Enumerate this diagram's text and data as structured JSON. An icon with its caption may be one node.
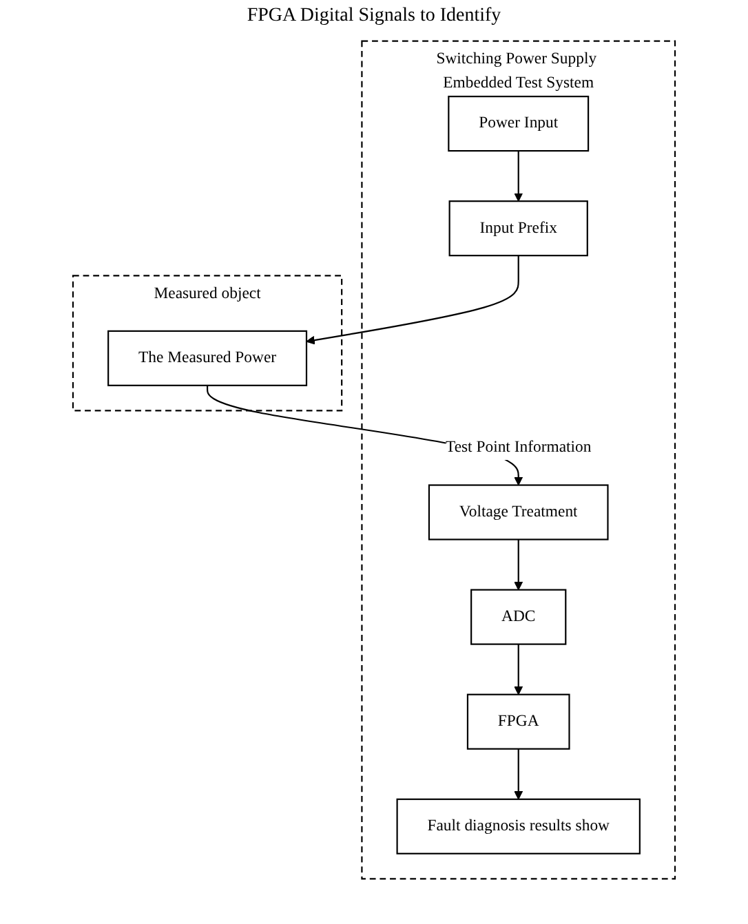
{
  "diagram": {
    "nodes": [
      {
        "text": [
          "Switching Power Supply Embedded Test System"
        ]
      },
      {
        "text": [
          "Power Input"
        ],
        "in": 0
      },
      {
        "text": [
          "FPGA"
        ],
        "in": 0
      },
      {
        "text": [
          "ADC"
        ],
        "in": 0
      },
      {
        "text": [
          "Fault diagnosis results show"
        ],
        "in": 0
      },
      {
        "text": [
          "Input Prefix"
        ],
        "in": 0
      },
      {
        "text": [
          "Voltage Treatment"
        ],
        "in": 0
      },
      {
        "text": [
          "Measured object"
        ]
      },
      {
        "text": [
          "The Measured Power"
        ],
        "in": 7
      }
    ],
    "edges": [
      {
        "from": 1,
        "to": 5,
        "arrow": "to"
      },
      {
        "from": 3,
        "to": 2,
        "arrow": "to"
      },
      {
        "from": 2,
        "to": 4,
        "arrow": "to"
      },
      {
        "from": 6,
        "to": 3,
        "arrow": "to"
      },
      {
        "from": 5,
        "to": 8,
        "arrow": "to"
      },
      {
        "from": 8,
        "to": 6,
        "arrow": "to",
        "label": "Test Point Information"
      }
    ],
    "labels": [
      "FPGA Digital Signals to Identify"
    ]
  }
}
